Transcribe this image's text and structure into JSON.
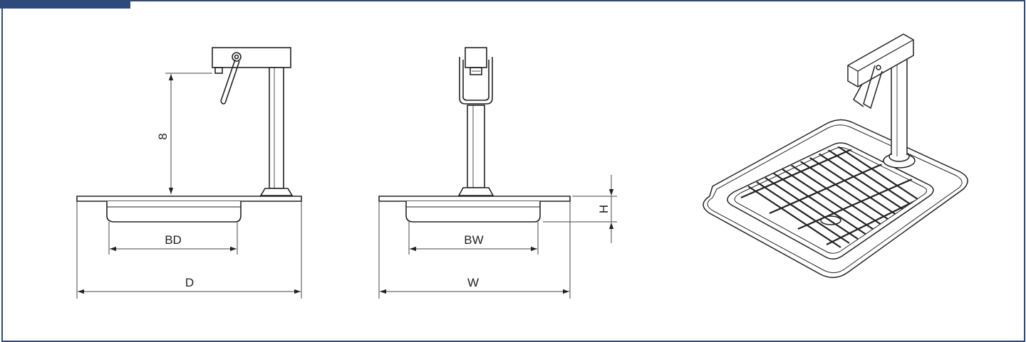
{
  "colors": {
    "frame": "#2e4a7d",
    "line": "#222222",
    "thin": "#444444"
  },
  "labels": {
    "dim_bd": "BD",
    "dim_d": "D",
    "dim_8": "8",
    "dim_bw": "BW",
    "dim_w": "W",
    "dim_h": "H"
  }
}
